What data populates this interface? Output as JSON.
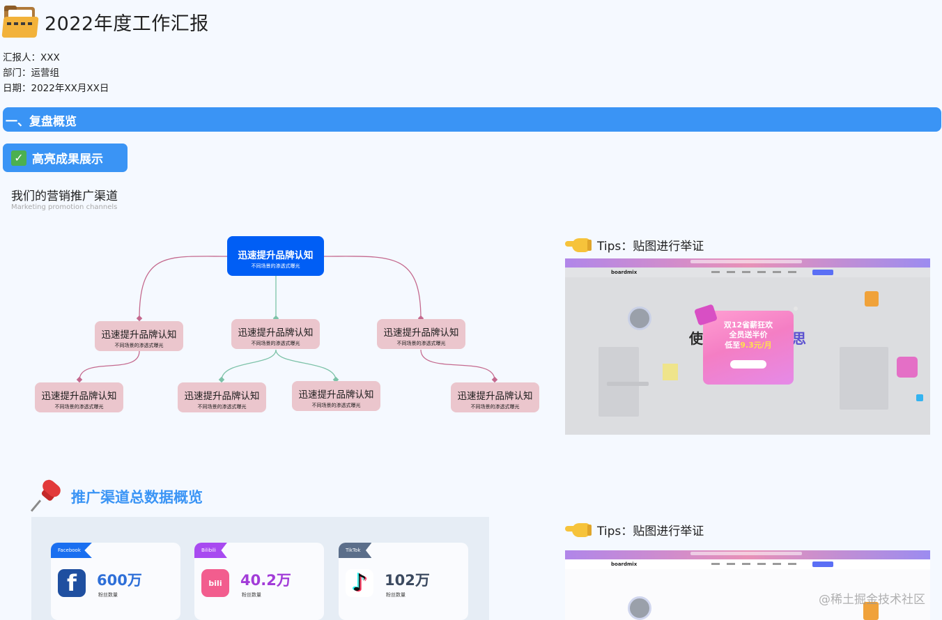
{
  "header": {
    "title": "2022年度工作汇报",
    "reporter": "汇报人：XXX",
    "department": "部门：运营组",
    "date": "日期：2022年XX月XX日"
  },
  "section1": {
    "title": "一、复盘概览"
  },
  "highlight": {
    "label": "高亮成果展示"
  },
  "channels": {
    "title": "我们的营销推广渠道",
    "subtitle": "Marketing promotion channels"
  },
  "mindmap": {
    "root": {
      "title": "迅速提升品牌认知",
      "sub": "不同场景的渗透式曝光"
    },
    "level1": [
      {
        "title": "迅速提升品牌认知",
        "sub": "不同场景的渗透式曝光"
      },
      {
        "title": "迅速提升品牌认知",
        "sub": "不同场景的渗透式曝光"
      },
      {
        "title": "迅速提升品牌认知",
        "sub": "不同场景的渗透式曝光"
      }
    ],
    "level2": [
      {
        "title": "迅速提升品牌认知",
        "sub": "不同场景的渗透式曝光"
      },
      {
        "title": "迅速提升品牌认知",
        "sub": "不同场景的渗透式曝光"
      },
      {
        "title": "迅速提升品牌认知",
        "sub": "不同场景的渗透式曝光"
      },
      {
        "title": "迅速提升品牌认知",
        "sub": "不同场景的渗透式曝光"
      }
    ],
    "colors": {
      "root": "#005ef5",
      "child": "#ebc6cd",
      "line_pink": "#c4698e",
      "line_teal": "#7cc2a8"
    }
  },
  "tips": [
    {
      "label": "Tips：贴图进行举证"
    },
    {
      "label": "Tips：贴图进行举证"
    }
  ],
  "screenshot": {
    "logo": "boardmix",
    "headline_left": "使",
    "headline_right": "思",
    "promo": {
      "line1": "双12省薪狂欢",
      "line2": "全员送半价",
      "line3_prefix": "低至",
      "line3_price": "9.3元/月"
    }
  },
  "overview": {
    "title": "推广渠道总数据概览",
    "cards": [
      {
        "platform": "Facebook",
        "value": "600万",
        "label": "粉丝数量",
        "color": "#1a6ff0",
        "value_color": "#2e6fd8",
        "icon": "facebook-icon"
      },
      {
        "platform": "Bilibili",
        "value": "40.2万",
        "label": "粉丝数量",
        "color": "#a84af0",
        "value_color": "#a23cd8",
        "icon": "bilibili-icon"
      },
      {
        "platform": "TikTok",
        "value": "102万",
        "label": "粉丝数量",
        "color": "#5b6e8a",
        "value_color": "#3c4a60",
        "icon": "tiktok-icon"
      }
    ]
  },
  "watermark": "@稀土掘金技术社区"
}
